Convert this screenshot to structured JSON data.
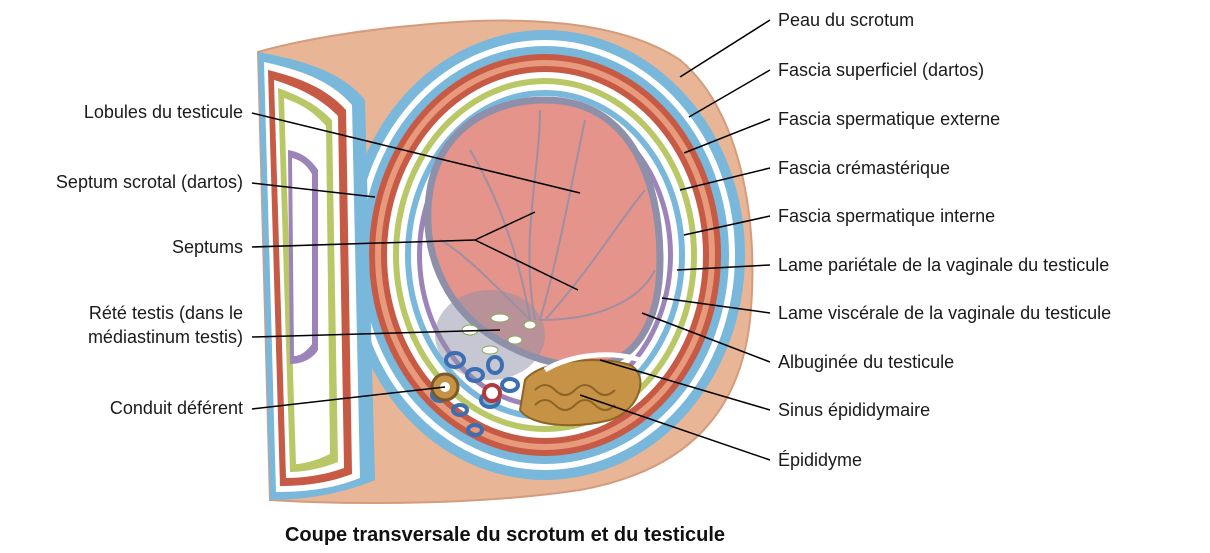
{
  "caption": "Coupe transversale du scrotum et du testicule",
  "labels_left": [
    {
      "id": "lobules",
      "text": "Lobules du testicule"
    },
    {
      "id": "septum-scrotal",
      "text": "Septum scrotal (dartos)"
    },
    {
      "id": "septums",
      "text": "Septums"
    },
    {
      "id": "rete-1",
      "text": "Rété testis (dans le"
    },
    {
      "id": "rete-2",
      "text": "médiastinum testis)"
    },
    {
      "id": "conduit",
      "text": "Conduit déférent"
    }
  ],
  "labels_right": [
    {
      "id": "peau",
      "text": "Peau du scrotum"
    },
    {
      "id": "fascia-sup",
      "text": "Fascia superficiel (dartos)"
    },
    {
      "id": "fascia-ext",
      "text": "Fascia spermatique externe"
    },
    {
      "id": "fascia-crem",
      "text": "Fascia crémastérique"
    },
    {
      "id": "fascia-int",
      "text": "Fascia spermatique interne"
    },
    {
      "id": "lame-par",
      "text": "Lame pariétale de la vaginale du testicule"
    },
    {
      "id": "lame-visc",
      "text": "Lame viscérale de la vaginale du testicule"
    },
    {
      "id": "albuginee",
      "text": "Albuginée du testicule"
    },
    {
      "id": "sinus",
      "text": "Sinus épididymaire"
    },
    {
      "id": "epididyme",
      "text": "Épididyme"
    }
  ],
  "colors": {
    "skin": "#e8b596",
    "dartos_blue": "#79b7db",
    "cremaster_red": "#c65a45",
    "fascia_green": "#b9c766",
    "vaginal_purple": "#9c83b8",
    "testis": "#e4948a",
    "albuginea_grey": "#8e8fa8",
    "epididymis": "#c69245",
    "cavity": "#ffffff"
  }
}
